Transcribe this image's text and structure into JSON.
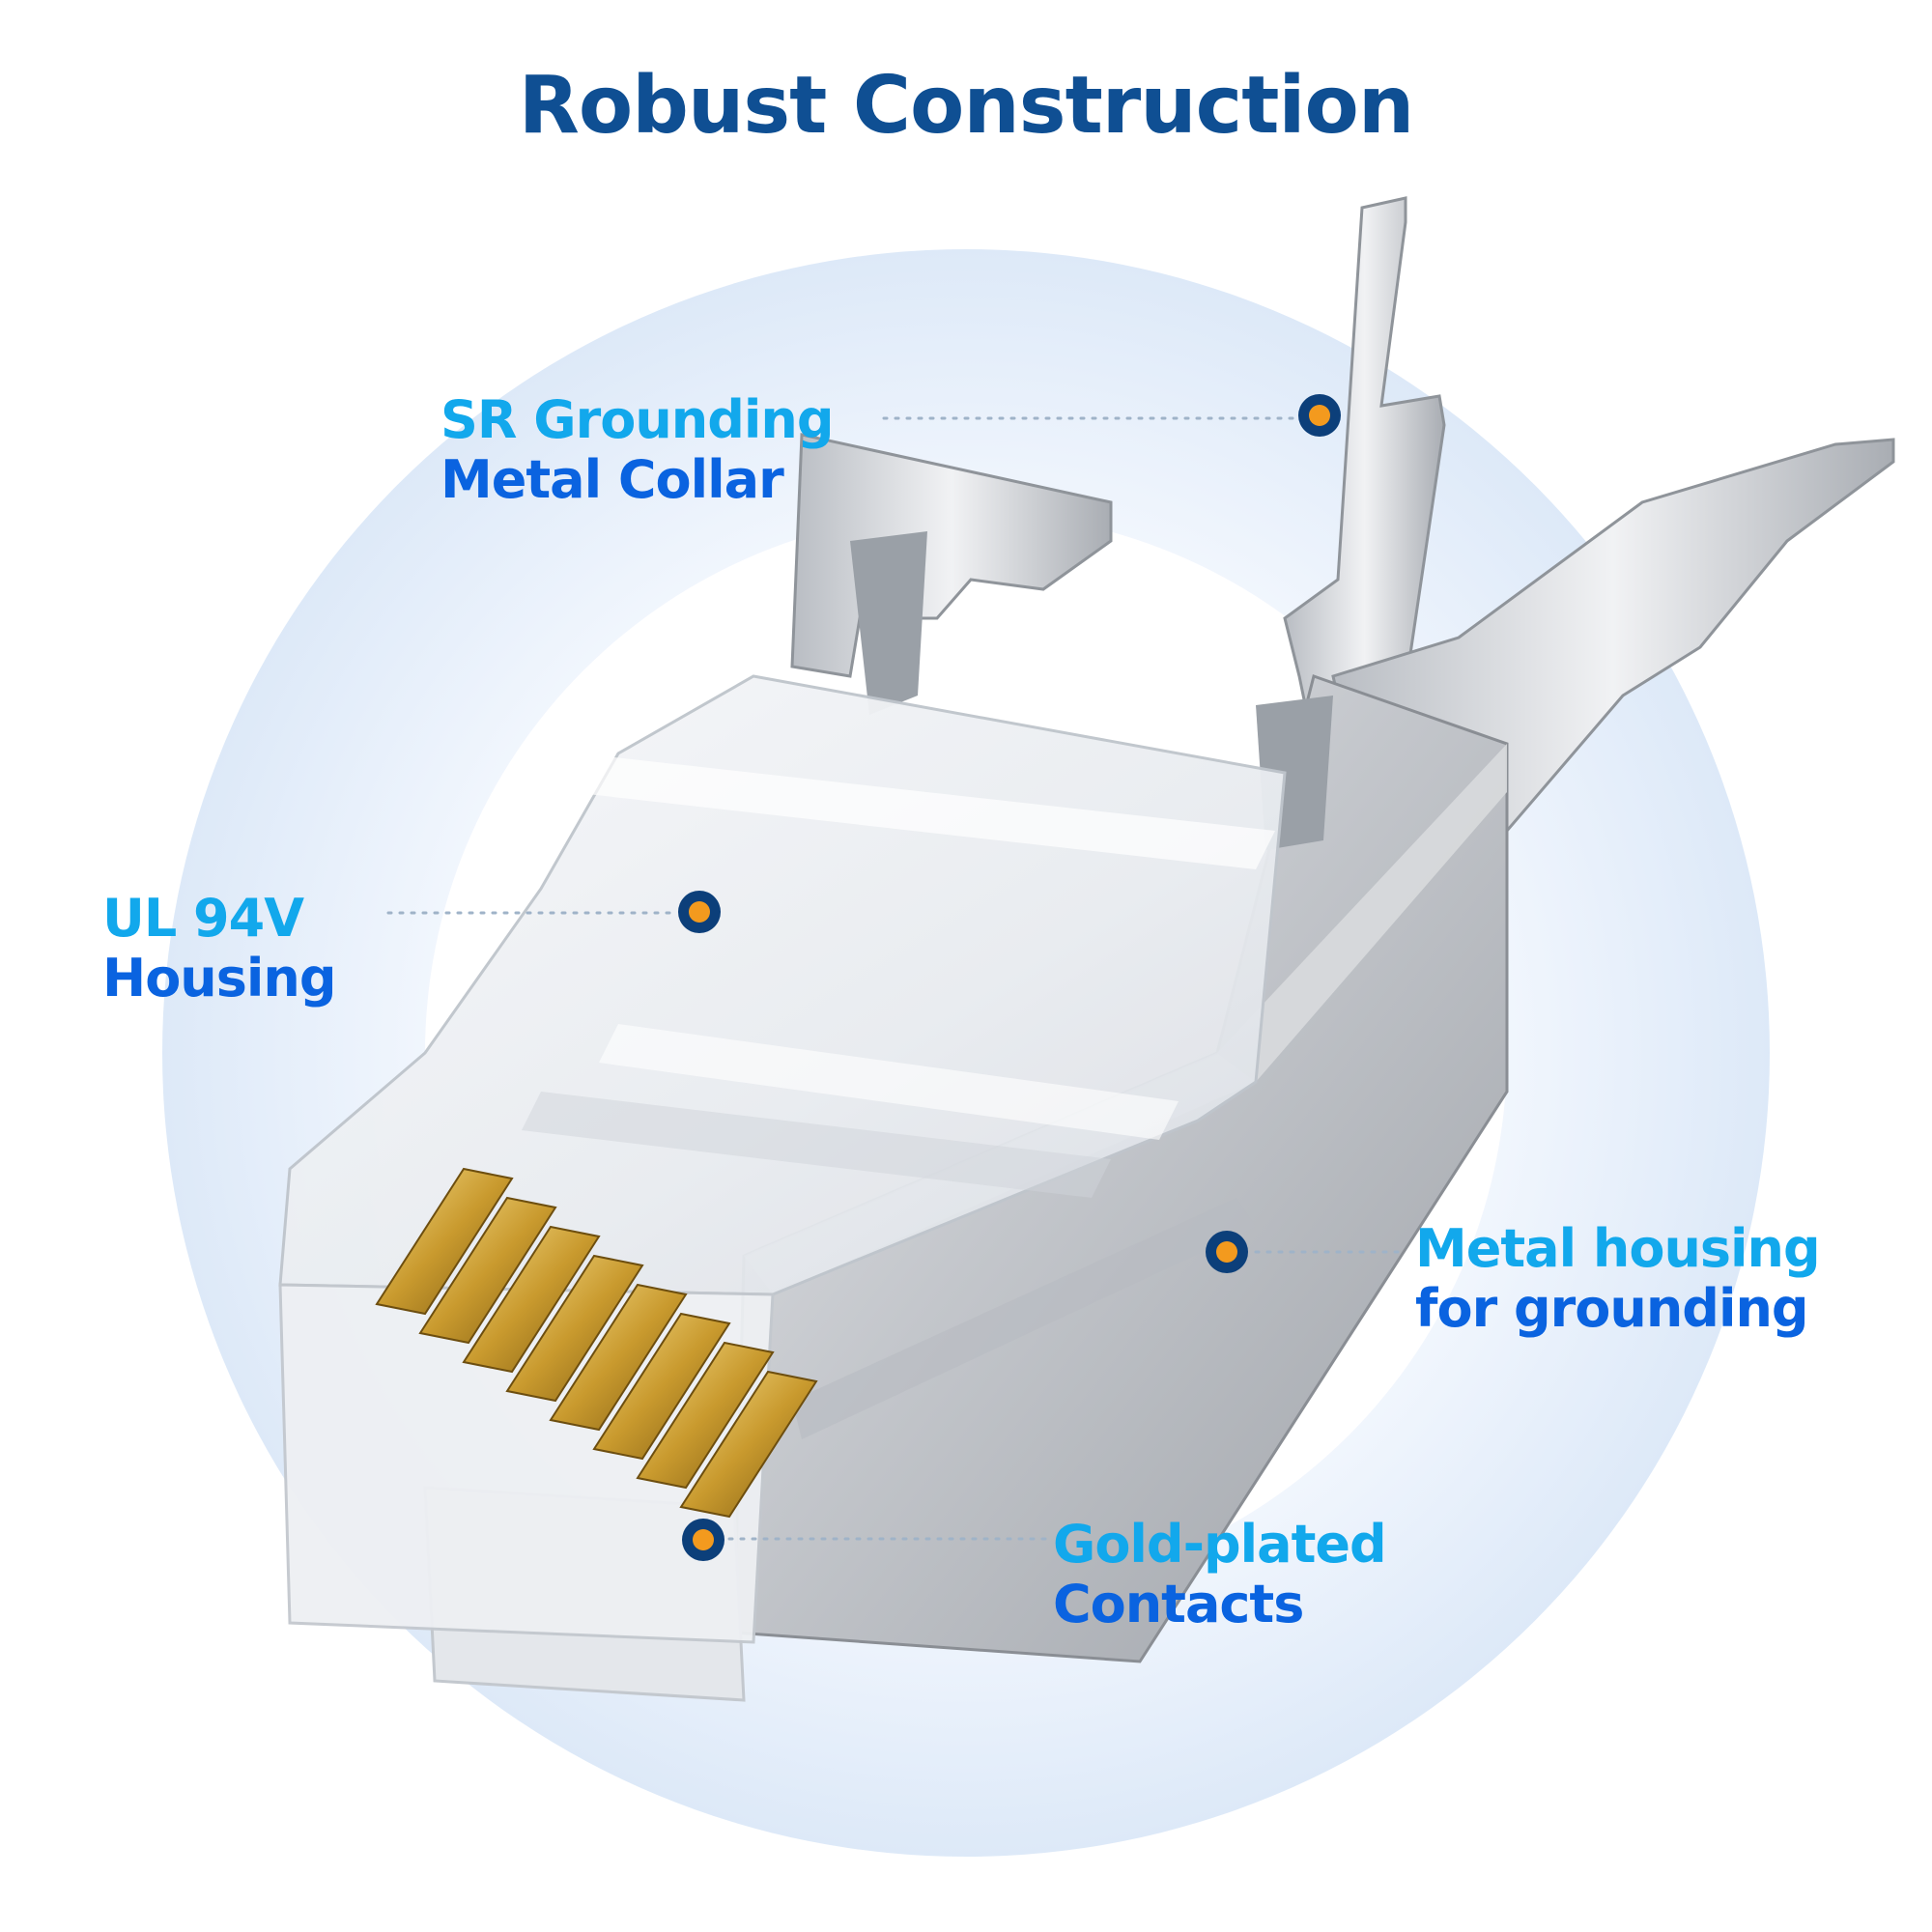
{
  "title": "Robust Construction",
  "callouts": {
    "collar": {
      "line1": "SR Grounding",
      "line2": "Metal Collar"
    },
    "housing_ul": {
      "line1": "UL 94V",
      "line2": "Housing"
    },
    "metal_housing": {
      "line1": "Metal housing",
      "line2": "for grounding"
    },
    "contacts": {
      "line1": "Gold-plated",
      "line2": "Contacts"
    }
  },
  "colors": {
    "title": "#0f4f93",
    "label_primary": "#12a8ec",
    "label_secondary": "#0a63e0",
    "marker_ring": "#0c3f7a",
    "marker_dot": "#f39a1e",
    "ring": "#e6f0fb"
  },
  "icons": [
    "rj45-connector-illustration",
    "callout-marker-dot"
  ]
}
